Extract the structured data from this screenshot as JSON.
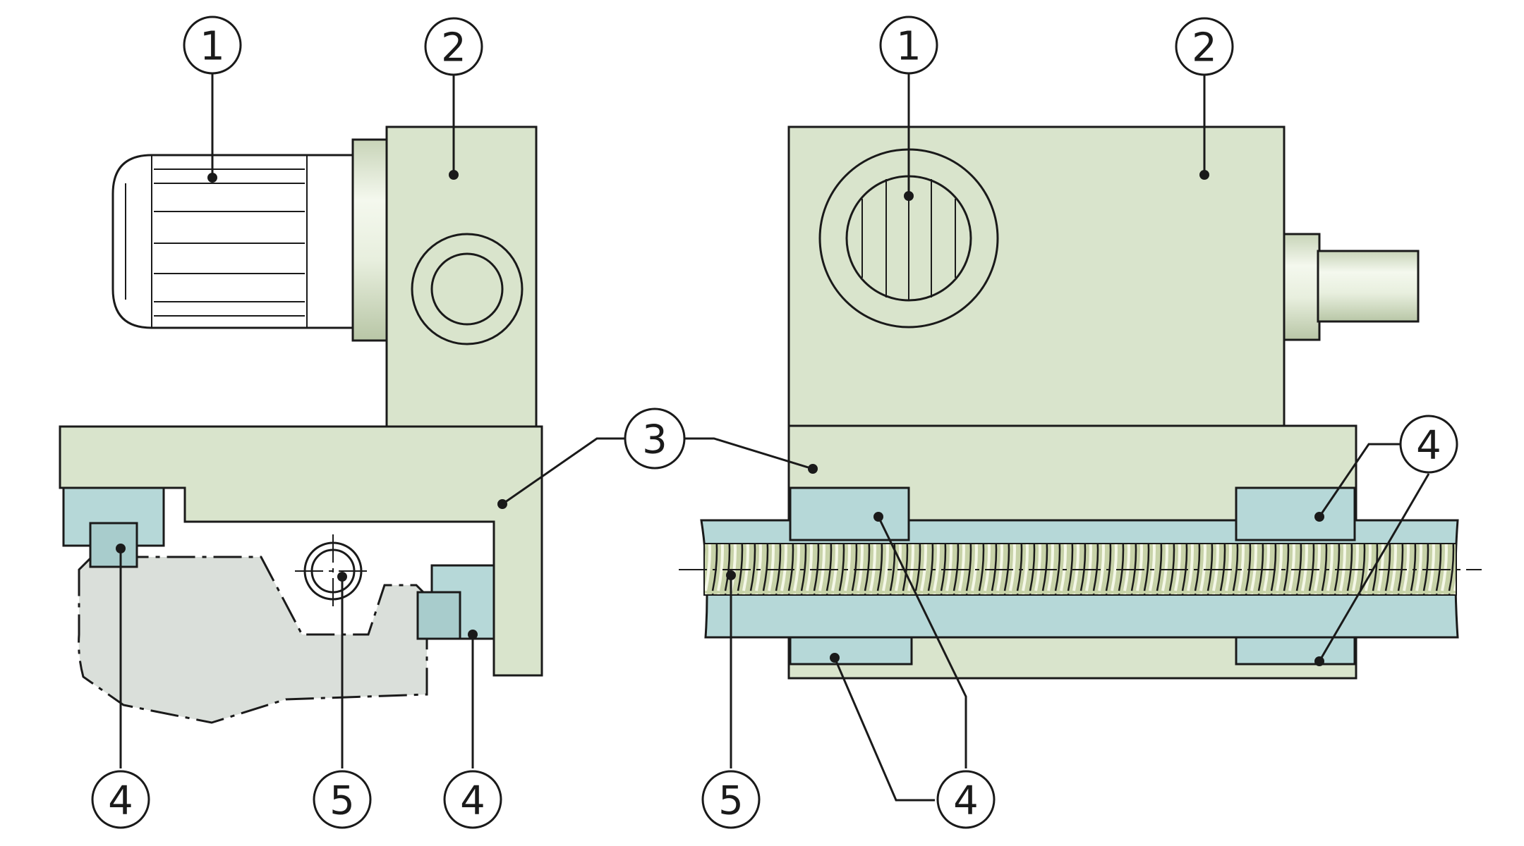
{
  "callouts": {
    "c1": "1",
    "c2": "2",
    "c3": "3",
    "c4": "4",
    "c5": "5"
  },
  "colors": {
    "body": "#d9e4cc",
    "guide": "#b6d8d8",
    "workpiece": "#dadfda",
    "outline": "#1a1a1a"
  }
}
